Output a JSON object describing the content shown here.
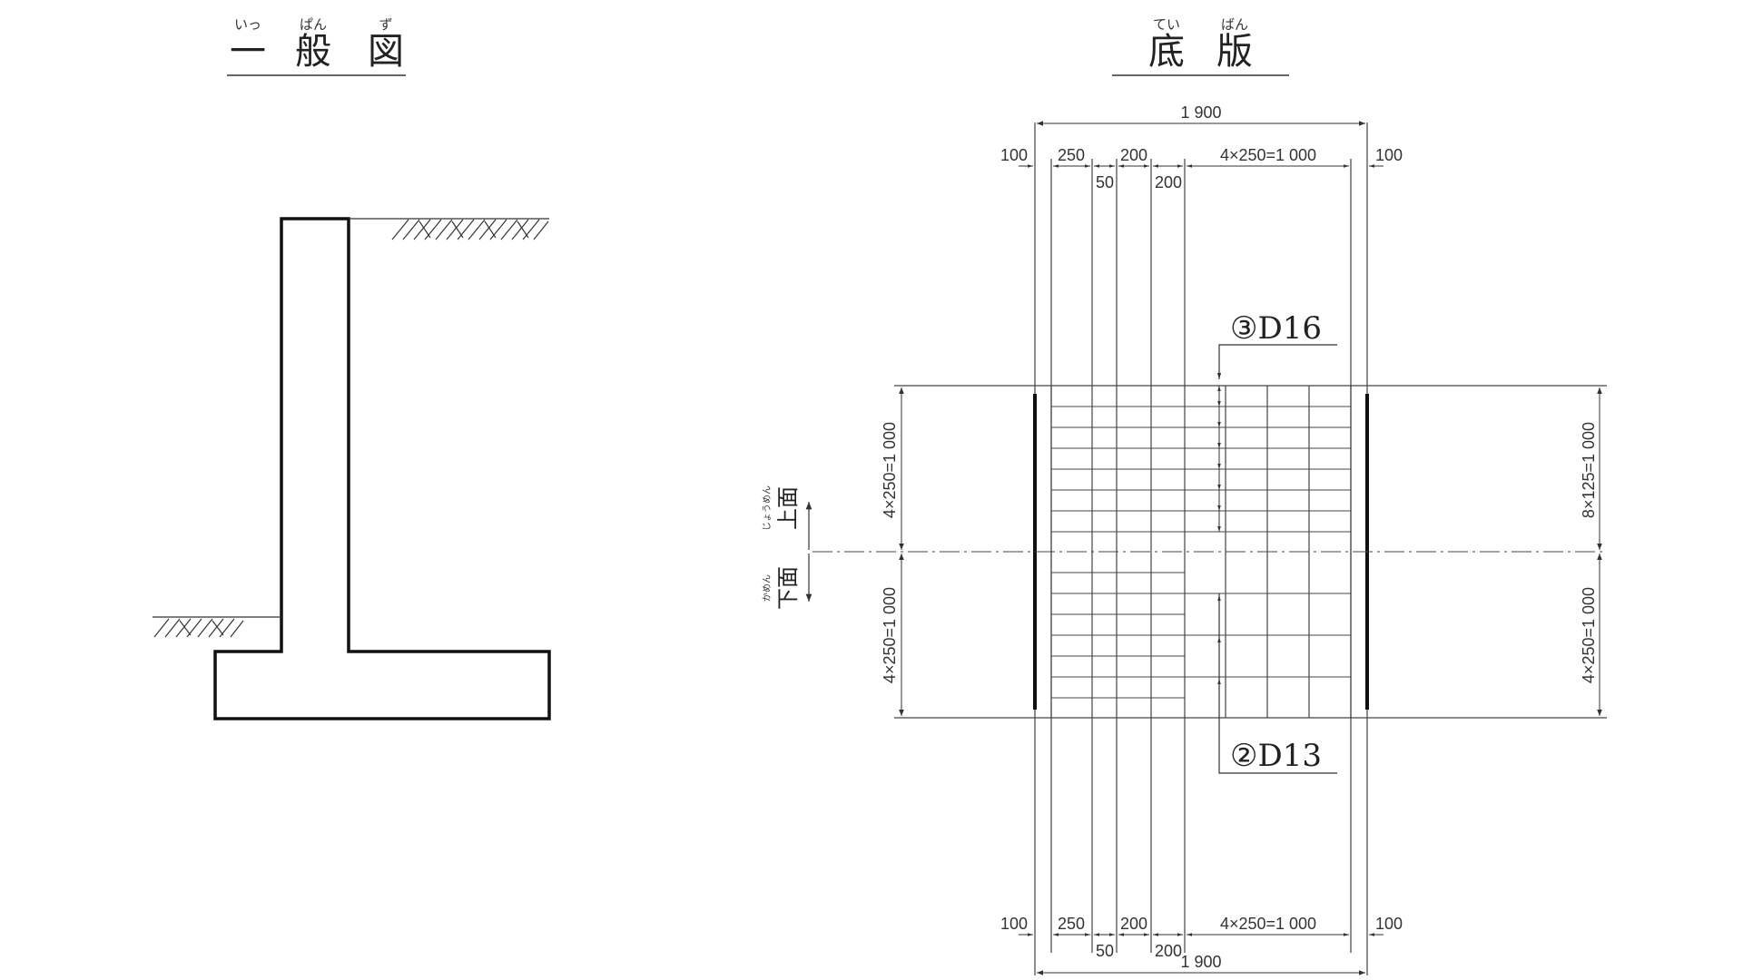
{
  "general_view": {
    "title_chars": [
      "一",
      "般",
      "図"
    ],
    "title_ruby": [
      "いっ",
      "ぱん",
      "ず"
    ]
  },
  "base_slab": {
    "title_chars": [
      "底",
      "版"
    ],
    "title_ruby": [
      "てい",
      "ばん"
    ],
    "dim_total": "1 900",
    "dim_100": "100",
    "dim_250": "250",
    "dim_200": "200",
    "dim_50": "50",
    "dim_4x250": "4×250=1 000",
    "dim_8x125": "8×125=1 000",
    "bar_top": "③D16",
    "bar_bottom": "②D13",
    "upper_face": "上面",
    "upper_face_ruby": "じょうめん",
    "lower_face": "下面",
    "lower_face_ruby": "かめん"
  }
}
